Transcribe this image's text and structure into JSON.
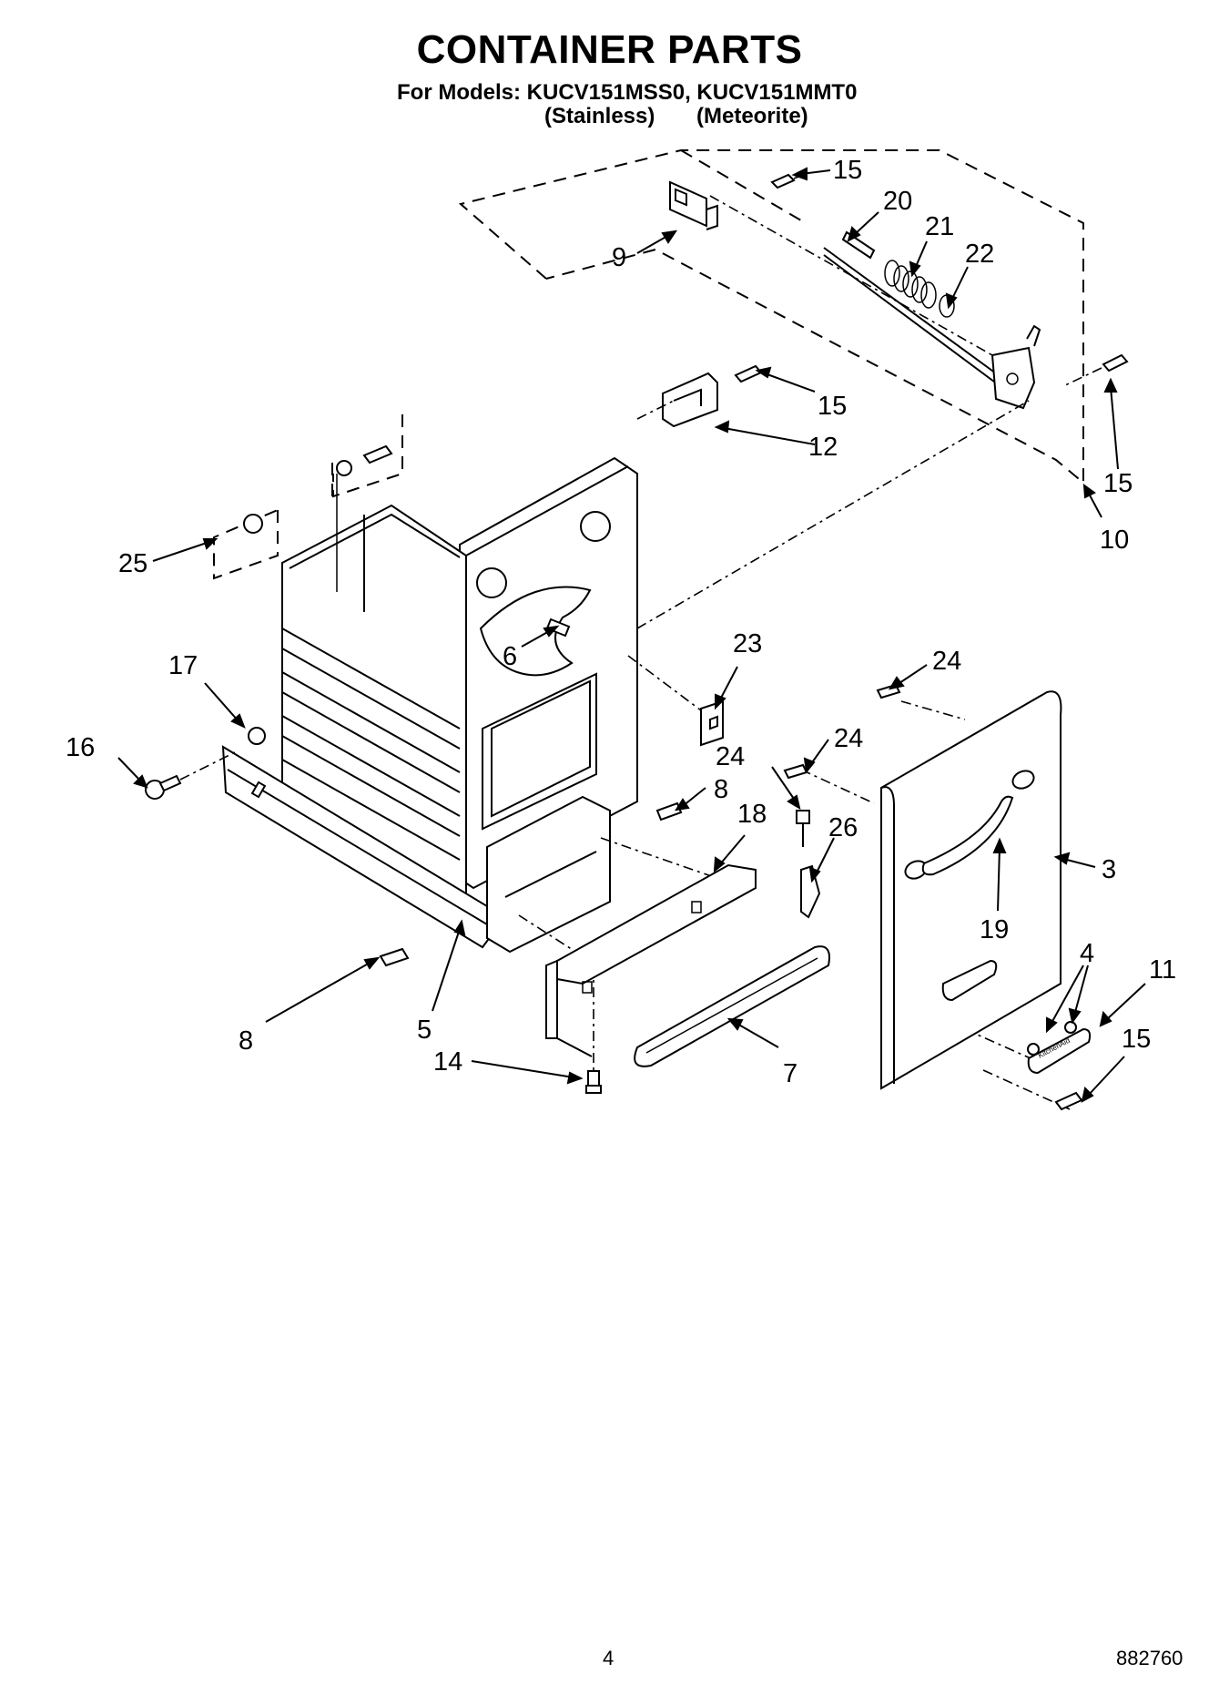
{
  "header": {
    "title": "CONTAINER PARTS",
    "models_line": "For Models: KUCV151MSS0, KUCV151MMT0",
    "variant_1": "(Stainless)",
    "variant_2": "(Meteorite)"
  },
  "callouts": {
    "c15a": "15",
    "c20": "20",
    "c21": "21",
    "c22": "22",
    "c9": "9",
    "c15b": "15",
    "c12": "12",
    "c15c": "15",
    "c10": "10",
    "c25": "25",
    "c6": "6",
    "c23": "23",
    "c24a": "24",
    "c17": "17",
    "c24b": "24",
    "c24c": "24",
    "c16": "16",
    "c8a": "8",
    "c18": "18",
    "c26": "26",
    "c3": "3",
    "c19": "19",
    "c4": "4",
    "c11": "11",
    "c15d": "15",
    "c8b": "8",
    "c5": "5",
    "c7": "7",
    "c14": "14"
  },
  "logo_text": "KitchenAid",
  "footer": {
    "page_number": "4",
    "doc_number": "882760"
  }
}
